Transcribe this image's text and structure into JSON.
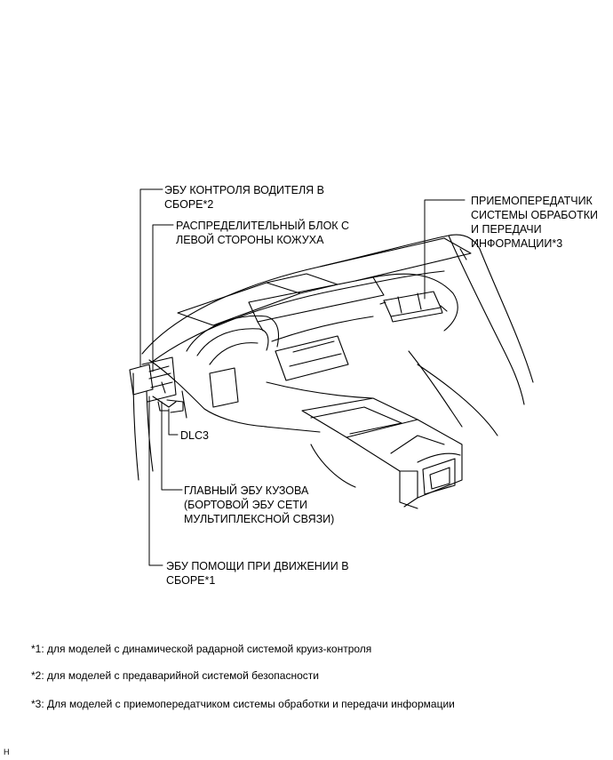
{
  "labels": {
    "driver_ecu": [
      "ЭБУ КОНТРОЛЯ ВОДИТЕЛЯ В",
      "СБОРЕ*2"
    ],
    "junction_block": [
      "РАСПРЕДЕЛИТЕЛЬНЫЙ БЛОК С",
      "ЛЕВОЙ СТОРОНЫ КОЖУХА"
    ],
    "transceiver": [
      "ПРИЕМОПЕРЕДАТЧИК",
      "СИСТЕМЫ ОБРАБОТКИ",
      "И ПЕРЕДАЧИ",
      "ИНФОРМАЦИИ*3"
    ],
    "dlc3": "DLC3",
    "main_body_ecu": [
      "ГЛАВНЫЙ ЭБУ КУЗОВА",
      "(БОРТОВОЙ ЭБУ СЕТИ",
      "МУЛЬТИПЛЕКСНОЙ СВЯЗИ)"
    ],
    "drive_assist_ecu": [
      "ЭБУ ПОМОЩИ ПРИ ДВИЖЕНИИ В",
      "СБОРЕ*1"
    ]
  },
  "footnotes": [
    "*1: для моделей с динамической радарной системой круиз-контроля",
    "*2: для моделей с предаварийной системой безопасности",
    "*3: Для моделей с приемопередатчиком системы обработки и передачи информации"
  ],
  "figure_code": "H"
}
